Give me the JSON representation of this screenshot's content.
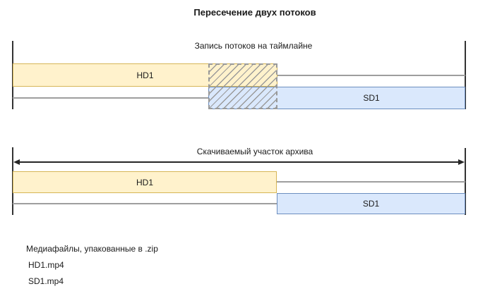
{
  "title": "Пересечение двух потоков",
  "recording_timeline": {
    "caption": "Запись потоков на таймлайне",
    "hd_block_label": "HD1",
    "sd_block_label": "SD1"
  },
  "download_timeline": {
    "caption": "Скачиваемый участок архива",
    "hd_block_label": "HD1",
    "sd_block_label": "SD1"
  },
  "zip_files": {
    "heading": "Медиафайлы, упакованные в .zip",
    "items": [
      "HD1.mp4",
      "SD1.mp4"
    ]
  },
  "colors": {
    "hd_fill": "#FFF2CC",
    "hd_stroke": "#D6B656",
    "sd_fill": "#DAE8FC",
    "sd_stroke": "#6C8EBF",
    "overlap_hatch": "#9A9A9A",
    "overlap_border": "#999999",
    "axis": "#333333",
    "track_line": "#9E9E9E",
    "arrow": "#262626",
    "text": "#1A1A1A"
  }
}
